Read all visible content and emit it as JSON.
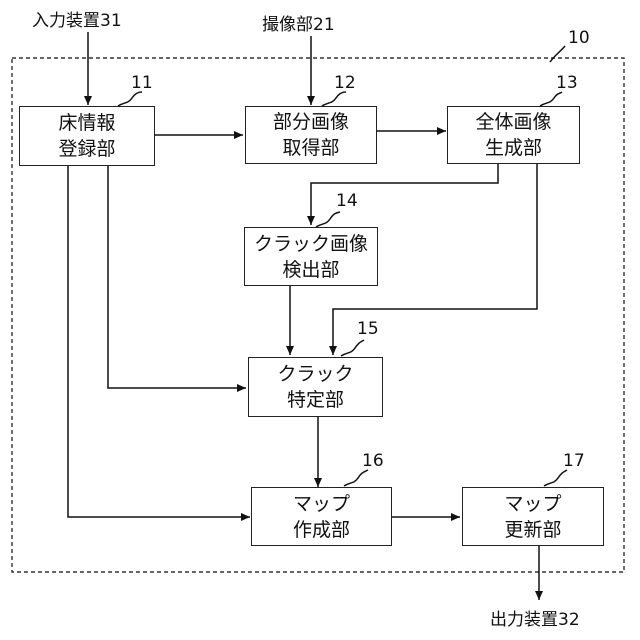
{
  "external": {
    "input_device": "入力装置31",
    "camera_unit": "撮像部21",
    "output_device": "出力装置32"
  },
  "system": {
    "ref": "10"
  },
  "blocks": {
    "b11": {
      "ref": "11",
      "line1": "床情報",
      "line2": "登録部"
    },
    "b12": {
      "ref": "12",
      "line1": "部分画像",
      "line2": "取得部"
    },
    "b13": {
      "ref": "13",
      "line1": "全体画像",
      "line2": "生成部"
    },
    "b14": {
      "ref": "14",
      "line1": "クラック画像",
      "line2": "検出部"
    },
    "b15": {
      "ref": "15",
      "line1": "クラック",
      "line2": "特定部"
    },
    "b16": {
      "ref": "16",
      "line1": "マップ",
      "line2": "作成部"
    },
    "b17": {
      "ref": "17",
      "line1": "マップ",
      "line2": "更新部"
    }
  }
}
